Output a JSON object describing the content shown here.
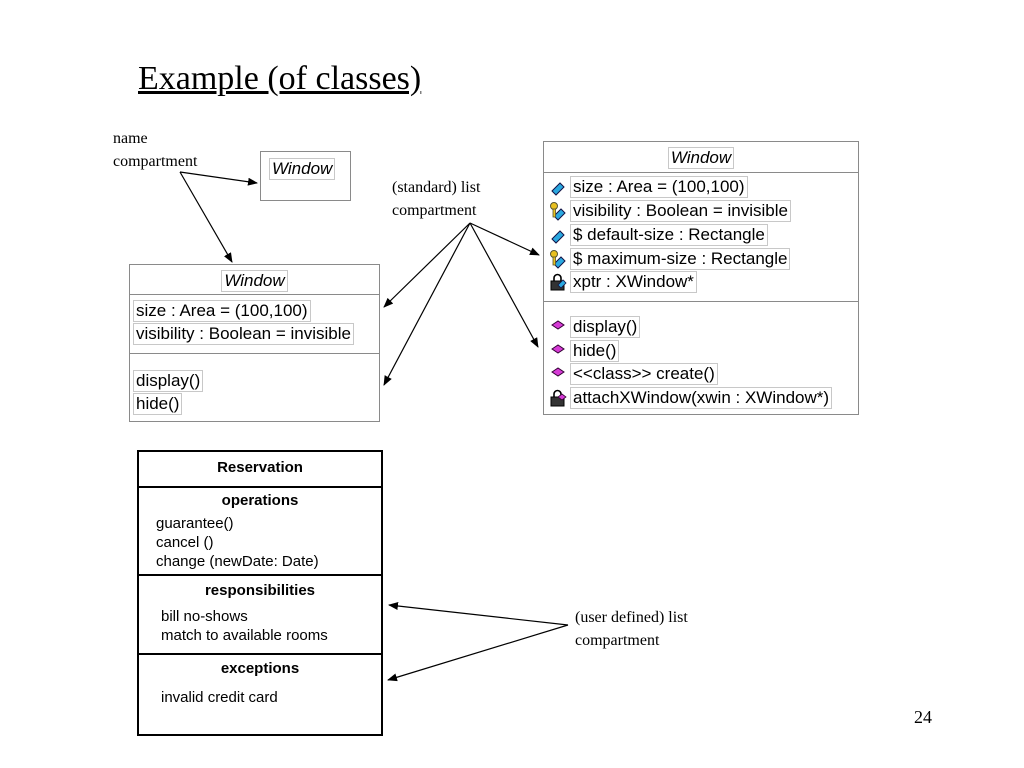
{
  "slide": {
    "title": "Example (of classes)",
    "page_number": "24"
  },
  "annotations": {
    "name_compartment": [
      "name",
      "compartment"
    ],
    "standard_list": [
      "(standard) list",
      "compartment"
    ],
    "user_defined_list": [
      "(user defined) list",
      "compartment"
    ]
  },
  "class_simple": {
    "name": "Window"
  },
  "class_medium": {
    "name": "Window",
    "attributes": [
      "size : Area = (100,100)",
      "visibility : Boolean = invisible"
    ],
    "operations": [
      "display()",
      "hide()"
    ]
  },
  "class_detailed": {
    "name": "Window",
    "attributes": [
      {
        "text": "size : Area = (100,100)",
        "icon": "public-attribute-icon"
      },
      {
        "text": "visibility : Boolean = invisible",
        "icon": "protected-attribute-icon"
      },
      {
        "text": "$ default-size : Rectangle",
        "icon": "public-attribute-icon"
      },
      {
        "text": "$ maximum-size : Rectangle",
        "icon": "protected-attribute-icon"
      },
      {
        "text": "xptr : XWindow*",
        "icon": "private-lock-icon"
      }
    ],
    "operations": [
      {
        "text": "display()",
        "icon": "public-operation-icon"
      },
      {
        "text": "hide()",
        "icon": "public-operation-icon"
      },
      {
        "text": "<<class>> create()",
        "icon": "public-operation-icon"
      },
      {
        "text": "attachXWindow(xwin : XWindow*)",
        "icon": "private-operation-lock-icon"
      }
    ]
  },
  "reservation": {
    "name": "Reservation",
    "sections": [
      {
        "heading": "operations",
        "items": [
          "guarantee()",
          "cancel ()",
          "change (newDate: Date)"
        ]
      },
      {
        "heading": "responsibilities",
        "items": [
          "bill no-shows",
          "match to available rooms"
        ]
      },
      {
        "heading": "exceptions",
        "items": [
          "invalid credit card"
        ]
      }
    ]
  }
}
